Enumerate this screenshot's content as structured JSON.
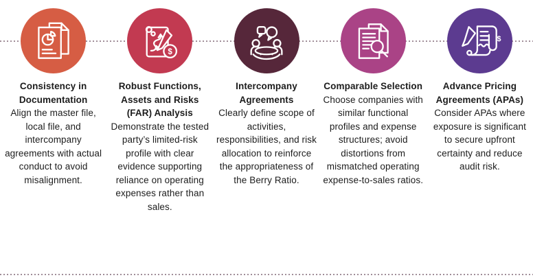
{
  "figure": {
    "kind": "process-infographic",
    "background": "#ffffff",
    "connector_color": "#a08d98",
    "text_color": "#1c1c1c"
  },
  "steps": [
    {
      "icon": "report-documents-pie-chart-icon",
      "color": "#d65d44",
      "title": "Consistency in Documentation",
      "description": "Align the master file, local file, and intercompany agreements with actual conduct to avoid misalignment."
    },
    {
      "icon": "strategy-plan-pencil-coin-icon",
      "color": "#c23a51",
      "title": "Robust Functions, Assets and Risks (FAR) Analysis",
      "description": "Demonstrate the tested party’s limited-risk profile with clear evidence supporting reliance on operating expenses rather than sales."
    },
    {
      "icon": "meeting-discussion-table-icon",
      "color": "#56273a",
      "title": "Intercompany Agreements",
      "description": "Clearly define scope of activities, responsibilities, and risk allocation to reinforce the appropriateness of the Berry Ratio."
    },
    {
      "icon": "document-magnifier-icon",
      "color": "#aa4386",
      "title": "Comparable Selection",
      "description": "Choose companies with similar functional profiles and expense structures; avoid distortions from mismatched operating expense-to-sales ratios."
    },
    {
      "icon": "contract-pen-dollar-icon",
      "color": "#5c3b90",
      "title": "Advance Pricing Agreements (APAs)",
      "description": "Consider APAs where exposure is significant to secure upfront certainty and reduce audit risk."
    }
  ]
}
